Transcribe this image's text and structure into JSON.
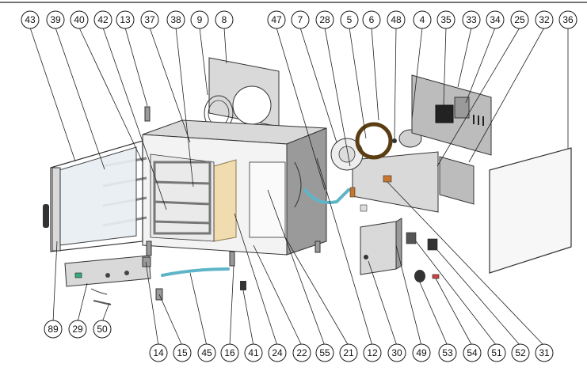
{
  "diagram": {
    "callouts_top": [
      "43",
      "39",
      "40",
      "42",
      "13",
      "37",
      "38",
      "9",
      "8",
      "47",
      "7",
      "28",
      "5",
      "6",
      "48",
      "4",
      "35",
      "33",
      "34",
      "25",
      "32",
      "36"
    ],
    "callouts_bottom": [
      "89",
      "29",
      "50",
      "14",
      "15",
      "45",
      "16",
      "41",
      "24",
      "22",
      "55",
      "21",
      "12",
      "30",
      "49",
      "53",
      "54",
      "51",
      "52",
      "31"
    ]
  },
  "colors": {
    "hose": "#5fb5c8",
    "steel": "#d9d9d9",
    "insulation": "#f0dcae",
    "line": "#222222"
  }
}
